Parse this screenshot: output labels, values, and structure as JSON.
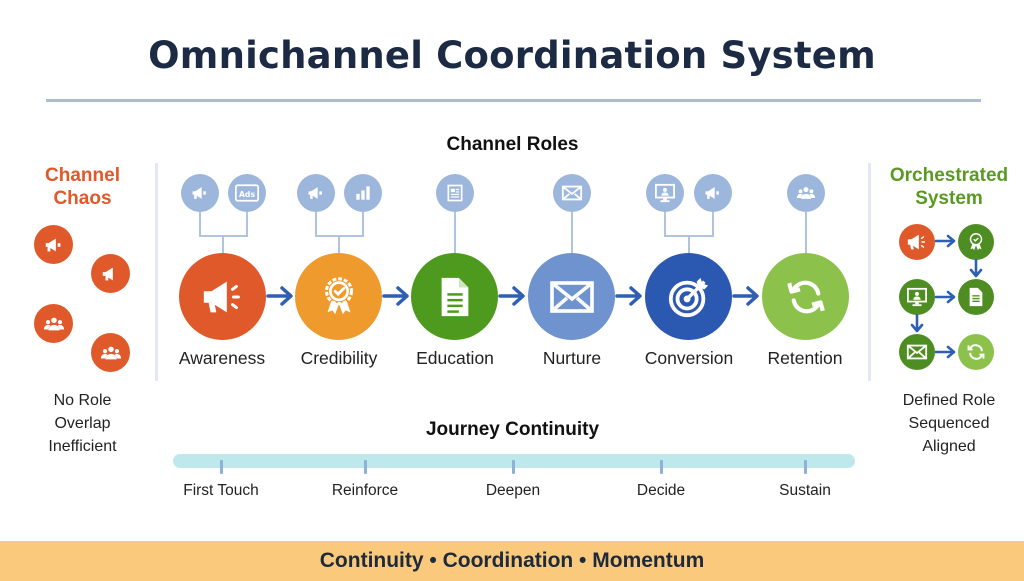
{
  "title": "Omnichannel Coordination System",
  "colors": {
    "title": "#1c2a44",
    "chaos_accent": "#e0592a",
    "orchestrated_accent": "#5a9a22",
    "arrow": "#2f5fb3",
    "sub_icon": "#9db7dc",
    "timeline": "#bfe8ec",
    "footer_band": "#fbc97c"
  },
  "left_panel": {
    "title_line1": "Channel",
    "title_line2": "Chaos",
    "icons": [
      "megaphone-icon",
      "megaphone-icon",
      "people-icon",
      "people-icon"
    ],
    "notes": [
      "No Role",
      "Overlap",
      "Inefficient"
    ]
  },
  "channel_roles": {
    "heading": "Channel Roles",
    "stages": [
      {
        "label": "Awareness",
        "icon": "megaphone-icon",
        "color": "#e0592a",
        "channels": [
          "megaphone-icon",
          "ads-icon"
        ]
      },
      {
        "label": "Credibility",
        "icon": "award-badge-icon",
        "color": "#ef9a2c",
        "channels": [
          "megaphone-icon",
          "bar-chart-icon"
        ]
      },
      {
        "label": "Education",
        "icon": "document-icon",
        "color": "#4e9a1f",
        "channels": [
          "newspaper-icon"
        ]
      },
      {
        "label": "Nurture",
        "icon": "envelope-icon",
        "color": "#6f93cf",
        "channels": [
          "envelope-icon"
        ]
      },
      {
        "label": "Conversion",
        "icon": "target-icon",
        "color": "#2b58b0",
        "channels": [
          "monitor-user-icon",
          "megaphone-icon"
        ]
      },
      {
        "label": "Retention",
        "icon": "refresh-icon",
        "color": "#8cc14c",
        "channels": [
          "people-icon"
        ]
      }
    ]
  },
  "right_panel": {
    "title_line1": "Orchestrated",
    "title_line2": "System",
    "nodes": [
      {
        "icon": "megaphone-icon",
        "color": "#e0592a"
      },
      {
        "icon": "award-badge-icon",
        "color": "#4e8d22"
      },
      {
        "icon": "monitor-user-icon",
        "color": "#4e8d22"
      },
      {
        "icon": "document-icon",
        "color": "#4e8d22"
      },
      {
        "icon": "envelope-icon",
        "color": "#4e8d22"
      },
      {
        "icon": "refresh-icon",
        "color": "#8cc14c"
      }
    ],
    "notes": [
      "Defined Role",
      "Sequenced",
      "Aligned"
    ]
  },
  "journey": {
    "heading": "Journey Continuity",
    "milestones": [
      "First Touch",
      "Reinforce",
      "Deepen",
      "Decide",
      "Sustain"
    ]
  },
  "footer": {
    "text": "Continuity • Coordination • Momentum"
  }
}
